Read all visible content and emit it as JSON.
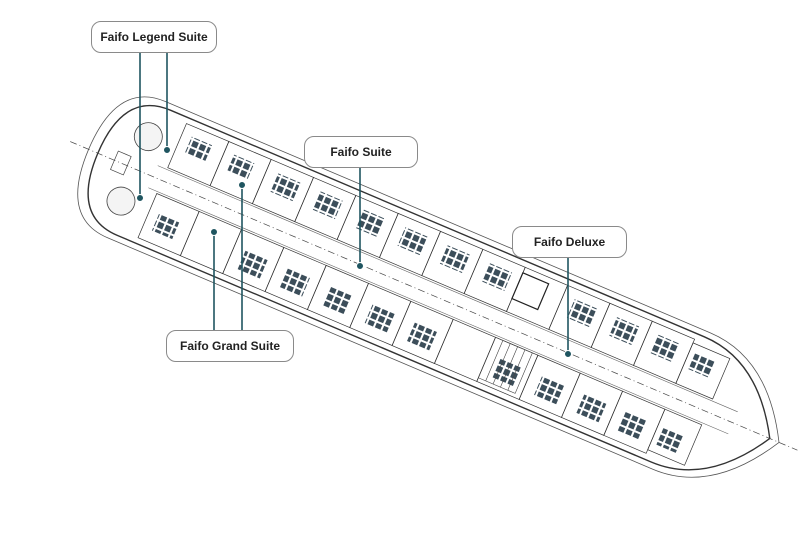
{
  "callouts": {
    "legend_suite": "Faifo Legend Suite",
    "suite": "Faifo Suite",
    "deluxe": "Faifo Deluxe",
    "grand_suite": "Faifo Grand Suite"
  },
  "colors": {
    "leader_line": "#1f5560",
    "hull_outline": "#333333",
    "cabin_fill": "#3c4e5a",
    "marker": "#1f5560"
  }
}
